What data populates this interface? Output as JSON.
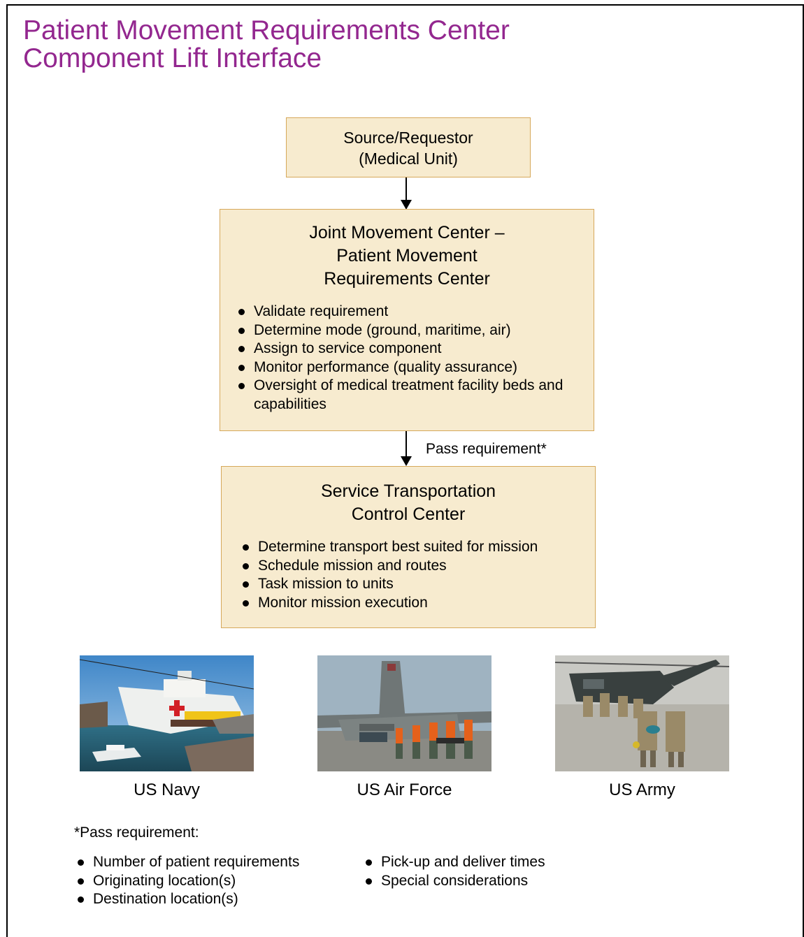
{
  "title": {
    "line1": "Patient Movement Requirements Center",
    "line2": "Component Lift Interface"
  },
  "source_box": {
    "line1": "Source/Requestor",
    "line2": "(Medical Unit)"
  },
  "jmc_box": {
    "line1": "Joint Movement Center –",
    "line2": "Patient Movement",
    "line3": "Requirements Center",
    "bullets": [
      "Validate requirement",
      "Determine mode (ground, maritime, air)",
      "Assign to service component",
      "Monitor performance (quality assurance)",
      "Oversight of medical treatment facility beds and capabilities"
    ]
  },
  "pass_label": "Pass requirement*",
  "stcc_box": {
    "line1": "Service Transportation",
    "line2": "Control Center",
    "bullets": [
      "Determine transport best suited for mission",
      "Schedule mission and routes",
      "Task mission to units",
      "Monitor mission execution"
    ]
  },
  "photos": {
    "navy_caption": "US Navy",
    "af_caption": "US Air Force",
    "army_caption": "US Army"
  },
  "footnote": {
    "heading": "*Pass requirement:",
    "left": [
      "Number of patient requirements",
      "Originating location(s)",
      "Destination location(s)"
    ],
    "right": [
      "Pick-up and deliver times",
      "Special considerations"
    ]
  },
  "colors": {
    "title": "#93278f",
    "box_fill": "#f7ebcf",
    "box_border": "#d6a85a"
  }
}
